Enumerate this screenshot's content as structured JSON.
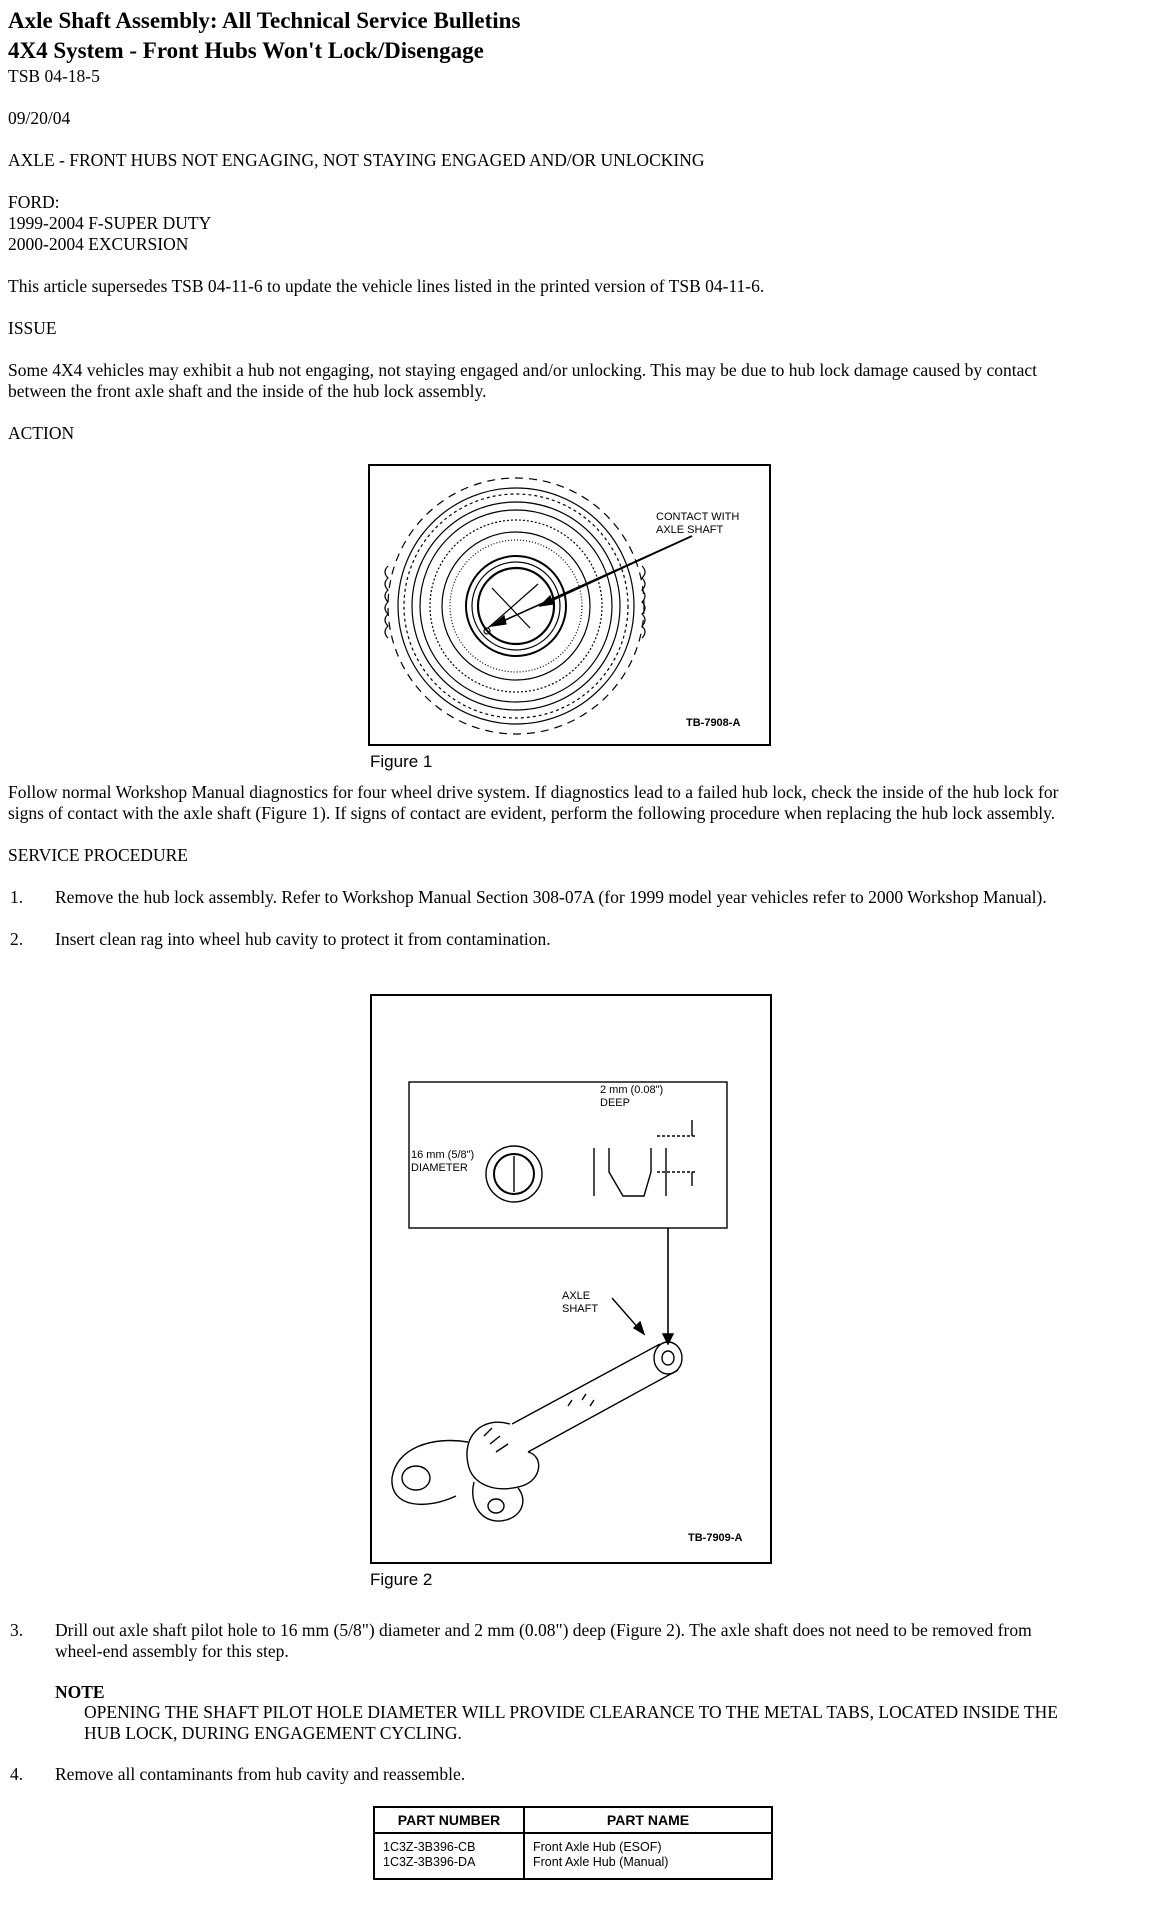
{
  "header": {
    "title_1": "Axle Shaft Assembly: All Technical Service Bulletins",
    "title_2": "4X4 System - Front Hubs Won't Lock/Disengage",
    "tsb_number": "TSB 04-18-5",
    "date": "09/20/04"
  },
  "subject": "AXLE - FRONT HUBS NOT ENGAGING, NOT STAYING ENGAGED AND/OR UNLOCKING",
  "vehicles": {
    "make": "FORD:",
    "lines": [
      "1999-2004 F-SUPER DUTY",
      "2000-2004 EXCURSION"
    ]
  },
  "supersedes": "This article supersedes TSB 04-11-6 to update the vehicle lines listed in the printed version of TSB 04-11-6.",
  "issue_heading": "ISSUE",
  "issue_text_1": "Some 4X4 vehicles may exhibit a hub not engaging, not staying engaged and/or unlocking. This may be due to hub lock damage caused by contact",
  "issue_text_2": "between the front axle shaft and the inside of the hub lock assembly.",
  "action_heading": "ACTION",
  "figure1": {
    "label_1": "CONTACT WITH",
    "label_2": "AXLE SHAFT",
    "code": "TB-7908-A",
    "caption": "Figure 1"
  },
  "follow_text_1": "Follow normal Workshop Manual diagnostics for four wheel drive system. If diagnostics lead to a failed hub lock, check the inside of the hub lock for",
  "follow_text_2": "signs of contact with the axle shaft (Figure 1). If signs of contact are evident, perform the following procedure when replacing the hub lock assembly.",
  "service_heading": "SERVICE PROCEDURE",
  "steps": [
    {
      "num": "1.",
      "text": "Remove the hub lock assembly. Refer to Workshop Manual Section 308-07A (for 1999 model year vehicles refer to 2000 Workshop Manual)."
    },
    {
      "num": "2.",
      "text": "Insert clean rag into wheel hub cavity to protect it from contamination."
    },
    {
      "num": "3.",
      "text_1": "Drill out axle shaft pilot hole to 16 mm (5/8\") diameter and 2 mm (0.08\") deep (Figure 2). The axle shaft does not need to be removed from",
      "text_2": "wheel-end assembly for this step."
    },
    {
      "num": "4.",
      "text": "Remove all contaminants from hub cavity and reassemble."
    }
  ],
  "figure2": {
    "depth_1": "2 mm (0.08\")",
    "depth_2": "DEEP",
    "diam_1": "16 mm (5/8\")",
    "diam_2": "DIAMETER",
    "axle_1": "AXLE",
    "axle_2": "SHAFT",
    "code": "TB-7909-A",
    "caption": "Figure 2"
  },
  "note": {
    "heading": "NOTE",
    "line_1": "OPENING THE SHAFT PILOT HOLE DIAMETER WILL PROVIDE CLEARANCE TO THE METAL TABS, LOCATED INSIDE THE",
    "line_2": "HUB LOCK, DURING ENGAGEMENT CYCLING."
  },
  "parts_table": {
    "headers": [
      "PART NUMBER",
      "PART NAME"
    ],
    "rows": [
      [
        "1C3Z-3B396-CB",
        "Front Axle Hub (ESOF)"
      ],
      [
        "1C3Z-3B396-DA",
        "Front Axle Hub (Manual)"
      ]
    ]
  }
}
